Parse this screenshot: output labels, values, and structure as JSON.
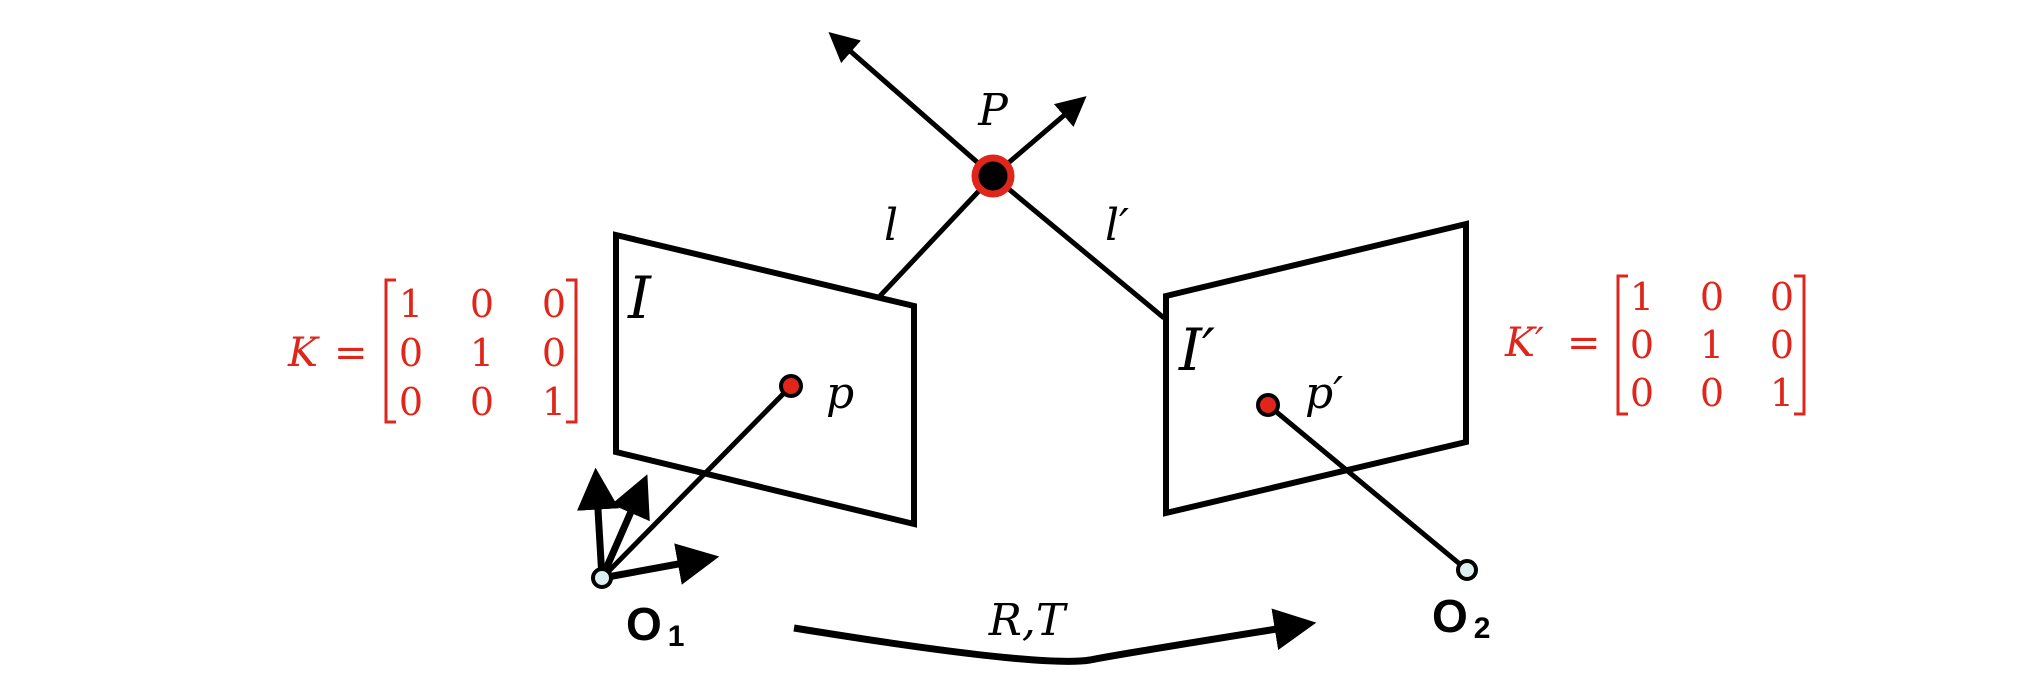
{
  "colors": {
    "ink": "#000000",
    "accent": "#e0261b",
    "origin_fill": "#dceff0"
  },
  "labels": {
    "point_P": "P",
    "ray_l": "l",
    "ray_l_prime": "l′",
    "image_I": "I",
    "image_I_prime": "I′",
    "point_p": "p",
    "point_p_prime": "p′",
    "motion": "R,T",
    "origin_1": {
      "base": "O",
      "sub": "1"
    },
    "origin_2": {
      "base": "O",
      "sub": "2"
    }
  },
  "intrinsics_left": {
    "symbol": "K",
    "equals": "=",
    "rows": [
      [
        "1",
        "0",
        "0"
      ],
      [
        "0",
        "1",
        "0"
      ],
      [
        "0",
        "0",
        "1"
      ]
    ]
  },
  "intrinsics_right": {
    "symbol": "K′",
    "equals": "=",
    "rows": [
      [
        "1",
        "0",
        "0"
      ],
      [
        "0",
        "1",
        "0"
      ],
      [
        "0",
        "0",
        "1"
      ]
    ]
  }
}
